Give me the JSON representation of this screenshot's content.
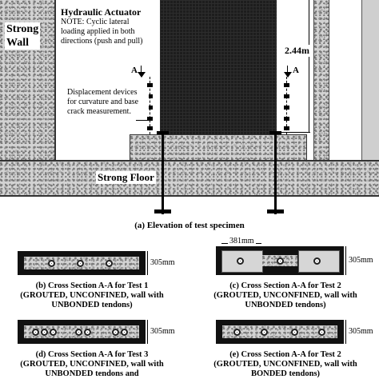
{
  "elevation": {
    "strong_wall_label": "Strong\nWall",
    "strong_floor_label": "Strong Floor",
    "actuator_label": "Hydraulic Actuator",
    "actuator_note": "NOTE: Cyclic lateral loading applied in both directions (push and pull)",
    "height_label": "2.44m",
    "section_marker_left": "A",
    "section_marker_right": "A",
    "displacement_note": "Displacement devices for curvature and base crack measurement.",
    "caption": "(a) Elevation of test specimen"
  },
  "sections": {
    "width_dim": "381mm",
    "b": {
      "dim": "305mm",
      "caption_lines": [
        "(b) Cross Section A-A for Test 1",
        "(GROUTED, UNCONFINED, wall with",
        "UNBONDED tendons)"
      ]
    },
    "c": {
      "dim": "305mm",
      "caption_lines": [
        "(c) Cross Section A-A for Test 2",
        "(GROUTED, UNCONFINED, wall with",
        "UNBONDED tendons)"
      ]
    },
    "d": {
      "dim": "305mm",
      "caption_lines": [
        "(d) Cross Section A-A for Test 3",
        "(GROUTED, UNCONFINED, wall with",
        "UNBONDED tendons and"
      ]
    },
    "e": {
      "dim": "305mm",
      "caption_lines": [
        "(e) Cross Section A-A for Test 2",
        "(GROUTED, UNCONFINED, wall with",
        "BONDED tendons)"
      ]
    }
  }
}
